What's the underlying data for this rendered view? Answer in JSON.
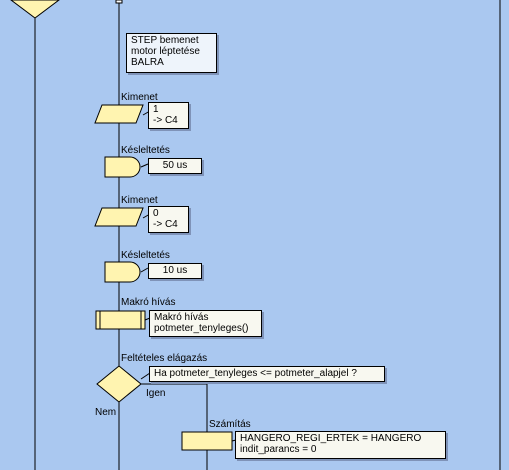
{
  "colors": {
    "background": "#aac8f0",
    "block_fill": "#fff4b0",
    "note_fill": "#f8f8f0",
    "line": "#000000"
  },
  "comment": {
    "lines": [
      "STEP bemenet",
      "motor léptetése",
      "BALRA"
    ]
  },
  "blocks": [
    {
      "id": "output1",
      "type": "output",
      "title": "Kimenet",
      "lines": [
        "1",
        "-> C4"
      ]
    },
    {
      "id": "delay1",
      "type": "delay",
      "title": "Késleltetés",
      "lines": [
        "50 us"
      ]
    },
    {
      "id": "output2",
      "type": "output",
      "title": "Kimenet",
      "lines": [
        "0",
        "-> C4"
      ]
    },
    {
      "id": "delay2",
      "type": "delay",
      "title": "Késleltetés",
      "lines": [
        "10 us"
      ]
    },
    {
      "id": "macro",
      "type": "macro",
      "title": "Makró hívás",
      "lines": [
        "Makró hívás",
        "potmeter_tenyleges()"
      ]
    },
    {
      "id": "decision",
      "type": "decision",
      "title": "Feltételes elágazás",
      "lines": [
        "Ha potmeter_tenyleges <= potmeter_alapjel ?"
      ],
      "yes_label": "Igen",
      "no_label": "Nem"
    },
    {
      "id": "calc",
      "type": "calculation",
      "title": "Számítás",
      "lines": [
        "HANGERO_REGI_ERTEK = HANGERO",
        "indit_parancs = 0"
      ]
    }
  ]
}
